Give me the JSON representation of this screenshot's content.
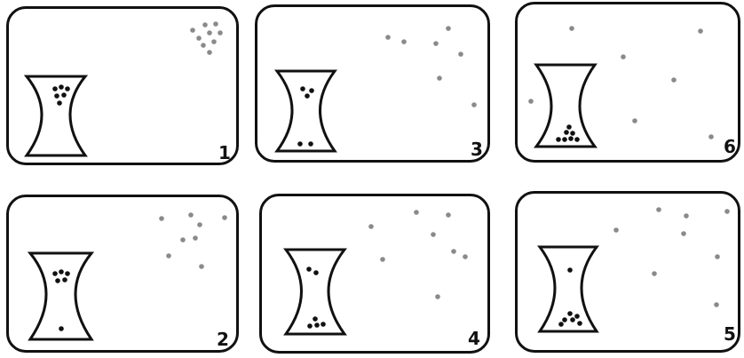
{
  "colors": {
    "border": "#111111",
    "dot": "#111111",
    "particle": "#8a8a8a",
    "background": "#ffffff"
  },
  "panels": [
    {
      "number": "1",
      "upper_grains": 6,
      "lower_grains": 0,
      "scattered_particles": 9
    },
    {
      "number": "3",
      "upper_grains": 3,
      "lower_grains": 2,
      "scattered_particles": 7
    },
    {
      "number": "6",
      "upper_grains": 0,
      "lower_grains": 7,
      "scattered_particles": 7
    },
    {
      "number": "2",
      "upper_grains": 5,
      "lower_grains": 1,
      "scattered_particles": 8
    },
    {
      "number": "4",
      "upper_grains": 2,
      "lower_grains": 4,
      "scattered_particles": 8
    },
    {
      "number": "5",
      "upper_grains": 1,
      "lower_grains": 6,
      "scattered_particles": 8
    }
  ]
}
